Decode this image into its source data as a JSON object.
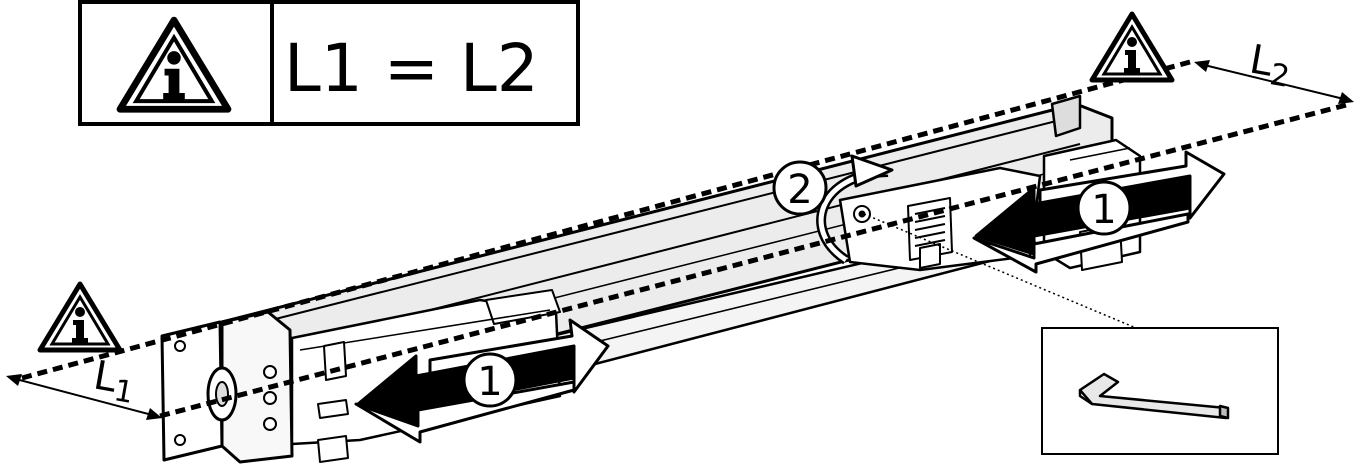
{
  "notice": {
    "equation": "L1 = L2",
    "icon": "info-warning-icon"
  },
  "labels": {
    "l1_main": "L",
    "l1_sub": "1",
    "l2_main": "L",
    "l2_sub": "2"
  },
  "callouts": {
    "step1_left": "1",
    "step1_right": "1",
    "step2": "2"
  },
  "tool": {
    "icon": "hex-key-icon"
  },
  "colors": {
    "line": "#000000",
    "rail_fill": "#e6e6e6",
    "background": "#ffffff"
  }
}
